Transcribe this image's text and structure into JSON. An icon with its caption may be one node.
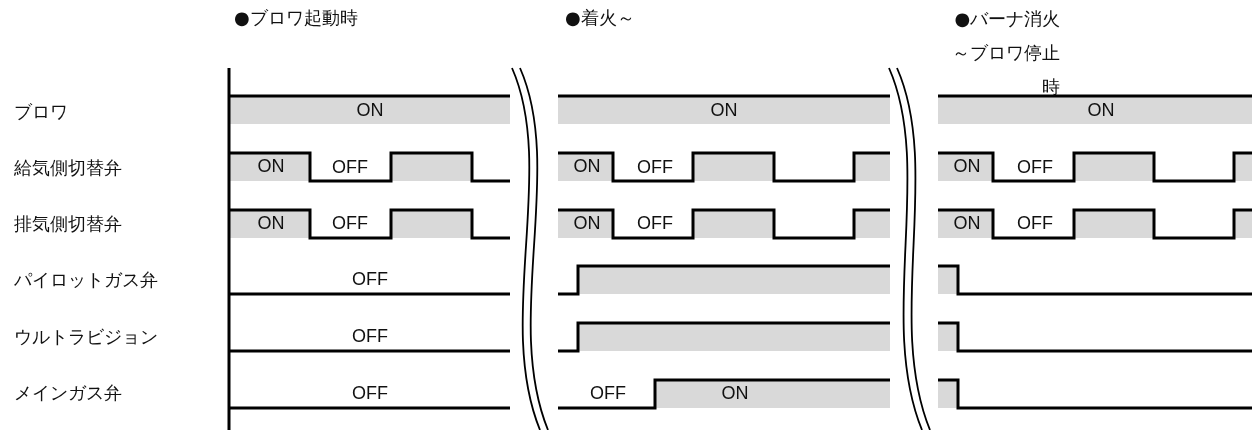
{
  "diagram": {
    "labels": [
      "●ブロワ起動時",
      "●着火～",
      "●バーナ消火～ブロワ停止時",
      "ブロワ",
      "給気側切替弁",
      "排気側切替弁",
      "パイロットガス弁",
      "ウルトラビジョン",
      "メインガス弁",
      "ON",
      "ON",
      "ON",
      "ON",
      "OFF",
      "ON",
      "OFF",
      "ON",
      "OFF",
      "ON",
      "OFF",
      "ON",
      "OFF",
      "ON",
      "OFF",
      "OFF",
      "OFF",
      "OFF",
      "OFF",
      "ON"
    ]
  }
}
